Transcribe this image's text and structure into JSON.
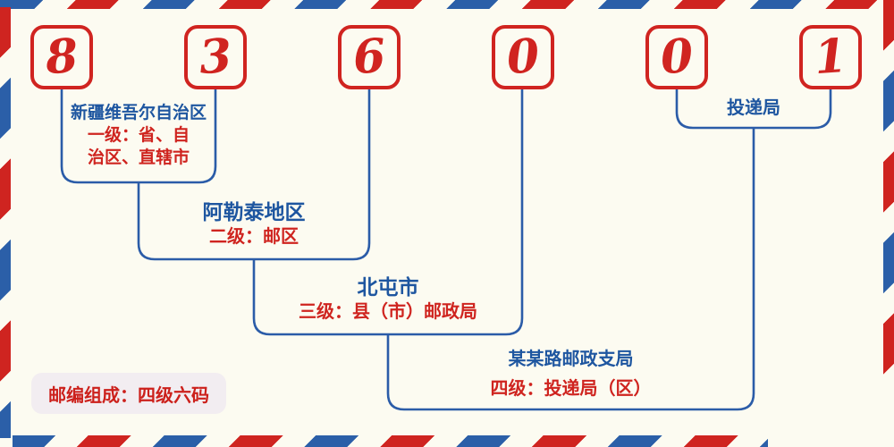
{
  "postal_code": {
    "digits": [
      "8",
      "3",
      "6",
      "0",
      "0",
      "1"
    ]
  },
  "annotations": [
    {
      "name": "新疆维吾尔自治区",
      "level_lines": [
        "一级：省、自",
        "治区、直辖市"
      ],
      "level_full": "一级：省、自治区、直辖市"
    },
    {
      "name": "阿勒泰地区",
      "level_lines": [
        "二级：邮区"
      ],
      "level_full": "二级：邮区"
    },
    {
      "name": "北屯市",
      "level_lines": [
        "三级：县（市）邮政局"
      ],
      "level_full": "三级：县（市）邮政局"
    },
    {
      "name": "某某路邮政支局",
      "level_lines": [
        "四级：投递局（区）"
      ],
      "level_full": "四级：投递局（区）"
    },
    {
      "name": "投递局",
      "level_lines": [],
      "level_full": ""
    }
  ],
  "footer_badge": {
    "text": "邮编组成：四级六码"
  },
  "colors": {
    "digit_red": "#d02420",
    "label_red": "#cf241f",
    "label_blue": "#1e56a0",
    "line_blue": "#2b5ca8",
    "stripe_red": "#cf2420",
    "stripe_blue": "#2b5fa8",
    "badge_bg": "#f2edf1",
    "background": "#fcfbf1"
  }
}
